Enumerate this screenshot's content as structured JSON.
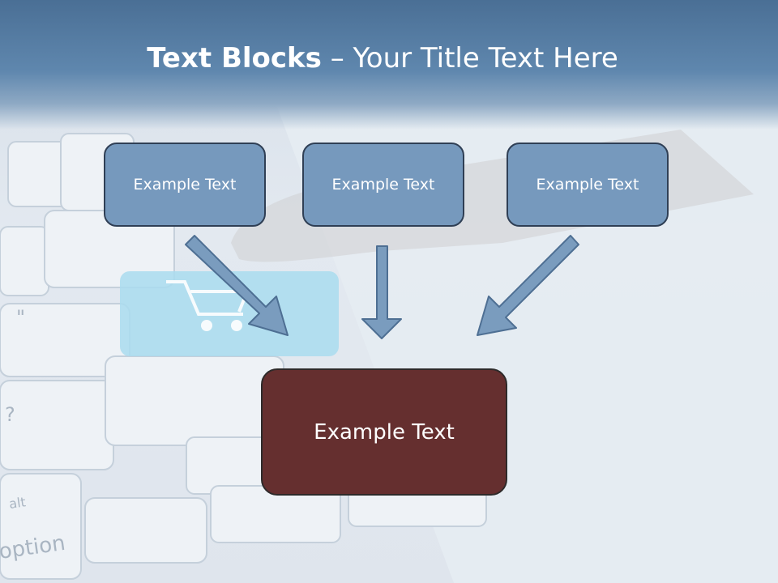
{
  "slide": {
    "title_bold": "Text Blocks",
    "title_separator": " – ",
    "title_rest": "Your Title Text Here"
  },
  "diagram": {
    "top_blocks": [
      {
        "label": "Example Text"
      },
      {
        "label": "Example Text"
      },
      {
        "label": "Example Text"
      }
    ],
    "center_block": {
      "label": "Example Text"
    }
  },
  "colors": {
    "header": "#5f87ae",
    "small_block_fill": "#7699bd",
    "center_block_fill": "#652f2f",
    "arrow_fill": "#7a9cbe"
  }
}
